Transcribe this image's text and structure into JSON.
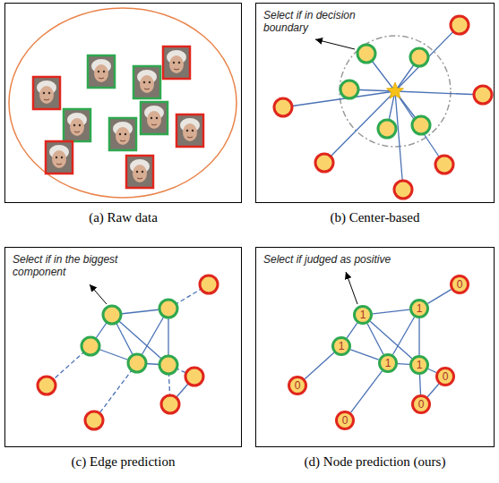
{
  "diagram": {
    "nodes": [
      {
        "text": [
          "(a) Raw data"
        ]
      },
      {
        "text": [
          "Select if in decision boundary",
          "(b) Center-based"
        ]
      },
      {
        "text": [
          "Select if in the biggest component",
          "(c) Edge prediction"
        ]
      },
      {
        "text": [
          "Select if judged as positive",
          "(d) Node prediction (ours)"
        ]
      },
      {
        "text": [
          "0"
        ],
        "in": 3
      },
      {
        "text": [
          "1"
        ],
        "in": 3
      },
      {
        "text": [
          "1"
        ],
        "in": 3
      },
      {
        "text": [
          "1"
        ],
        "in": 3
      },
      {
        "text": [
          "1"
        ],
        "in": 3
      },
      {
        "text": [
          "1"
        ],
        "in": 3
      },
      {
        "text": [
          "0"
        ],
        "in": 3
      },
      {
        "text": [
          "0"
        ],
        "in": 3
      },
      {
        "text": [
          "0"
        ],
        "in": 3
      },
      {
        "text": [
          "0"
        ],
        "in": 3
      }
    ],
    "edges": [
      {
        "from": 6,
        "to": 5,
        "arrow": "none"
      },
      {
        "from": 6,
        "to": 7,
        "arrow": "none"
      },
      {
        "from": 6,
        "to": 8,
        "arrow": "none"
      },
      {
        "from": 6,
        "to": 9,
        "arrow": "none"
      },
      {
        "from": 5,
        "to": 8,
        "arrow": "none"
      },
      {
        "from": 5,
        "to": 9,
        "arrow": "none"
      },
      {
        "from": 7,
        "to": 8,
        "arrow": "none"
      },
      {
        "from": 8,
        "to": 9,
        "arrow": "none"
      },
      {
        "from": 5,
        "to": 4,
        "arrow": "none"
      },
      {
        "from": 7,
        "to": 11,
        "arrow": "none"
      },
      {
        "from": 8,
        "to": 13,
        "arrow": "none"
      },
      {
        "from": 9,
        "to": 12,
        "arrow": "none"
      },
      {
        "from": 9,
        "to": 10,
        "arrow": "none"
      },
      {
        "from": 12,
        "to": 10,
        "arrow": "none"
      }
    ]
  }
}
